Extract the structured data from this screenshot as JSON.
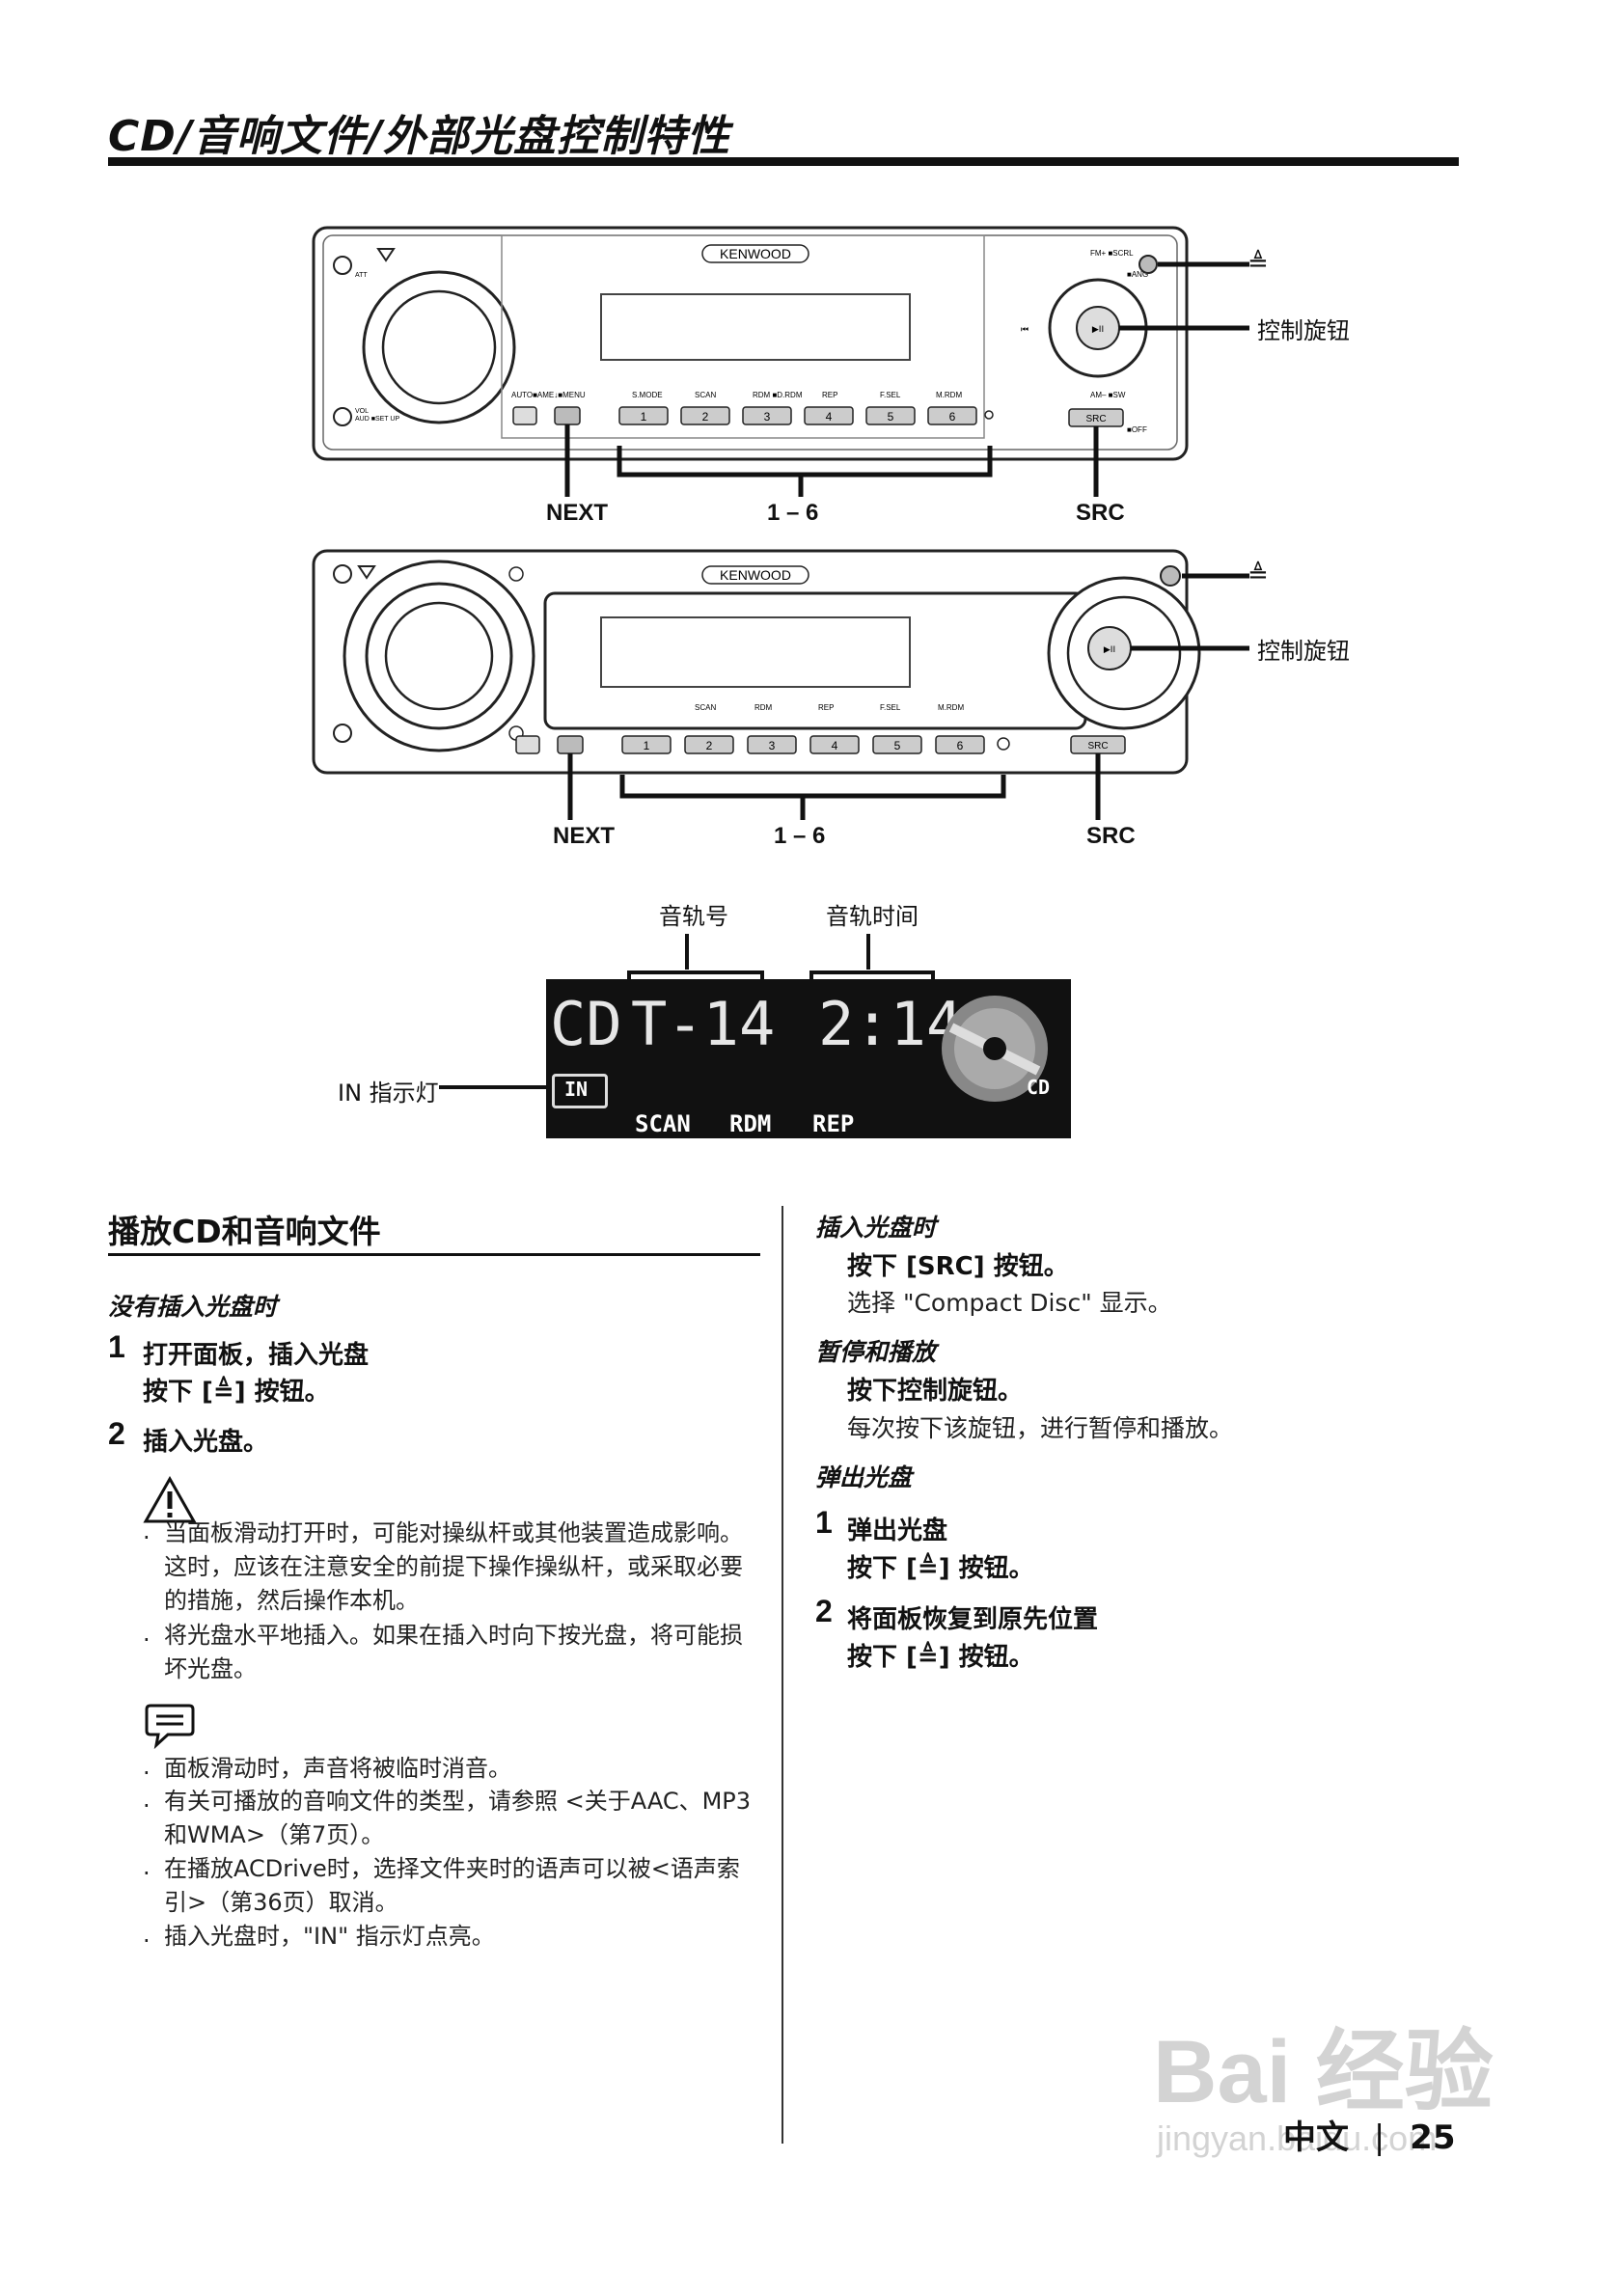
{
  "page": {
    "title": "CD/音响文件/外部光盘控制特性",
    "footer_lang": "中文",
    "footer_sep": "|",
    "footer_page": "25"
  },
  "diagram1": {
    "brand": "KENWOOD",
    "button_labels": [
      "AUTO■AME↓■MENU",
      "S.MODE",
      "SCAN",
      "RDM ■D.RDM",
      "REP",
      "F.SEL",
      "M.RDM"
    ],
    "button_numbers": [
      "1",
      "2",
      "3",
      "4",
      "5",
      "6"
    ],
    "knob_labels": [
      "FM+ ■SCRL",
      "■ANG",
      "AM– ■SW",
      "SRC",
      "■OFF",
      "ATT",
      "VOL",
      "AUD ■SET UP"
    ],
    "callouts": {
      "eject": "≜",
      "knob": "控制旋钮",
      "next": "NEXT",
      "range": "1 – 6",
      "src": "SRC"
    }
  },
  "diagram2": {
    "brand": "KENWOOD",
    "button_labels": [
      "SCAN",
      "RDM",
      "REP",
      "F.SEL",
      "M.RDM"
    ],
    "button_numbers": [
      "1",
      "2",
      "3",
      "4",
      "5",
      "6"
    ],
    "callouts": {
      "eject": "≜",
      "knob": "控制旋钮",
      "next": "NEXT",
      "range": "1 – 6",
      "src": "SRC"
    }
  },
  "lcd": {
    "label_track_no": "音轨号",
    "label_track_time": "音轨时间",
    "label_in": "IN 指示灯",
    "source": "CD",
    "track": "T-14",
    "time": "2:14",
    "in_indicator": "IN",
    "indicators": [
      "SCAN",
      "RDM",
      "REP"
    ],
    "disc_badge": "CD"
  },
  "left_col": {
    "heading": "播放CD和音响文件",
    "subheading": "没有插入光盘时",
    "step1_num": "1",
    "step1_title": "打开面板，插入光盘",
    "step1_instr": "按下 [≜] 按钮。",
    "step2_num": "2",
    "step2_title": "插入光盘。",
    "caution": [
      "当面板滑动打开时，可能对操纵杆或其他装置造成影响。这时，应该在注意安全的前提下操作操纵杆，或采取必要的措施，然后操作本机。",
      "将光盘水平地插入。如果在插入时向下按光盘，将可能损坏光盘。"
    ],
    "notes": [
      "面板滑动时，声音将被临时消音。",
      "有关可播放的音响文件的类型，请参照 <关于AAC、MP3和WMA>（第7页）。",
      "在播放ACDrive时，选择文件夹时的语声可以被<语声索引>（第36页）取消。",
      "插入光盘时，\"IN\" 指示灯点亮。"
    ]
  },
  "right_col": {
    "sub1": "插入光盘时",
    "sub1_instr": "按下 [SRC] 按钮。",
    "sub1_body": "选择 \"Compact Disc\" 显示。",
    "sub2": "暂停和播放",
    "sub2_instr": "按下控制旋钮。",
    "sub2_body": "每次按下该旋钮，进行暂停和播放。",
    "sub3": "弹出光盘",
    "step1_num": "1",
    "step1_title": "弹出光盘",
    "step1_instr": "按下 [≜] 按钮。",
    "step2_num": "2",
    "step2_title": "将面板恢复到原先位置",
    "step2_instr": "按下 [≜] 按钮。"
  },
  "watermark": {
    "line1": "Bai 经验",
    "line2": "jingyan.baidu.com"
  }
}
